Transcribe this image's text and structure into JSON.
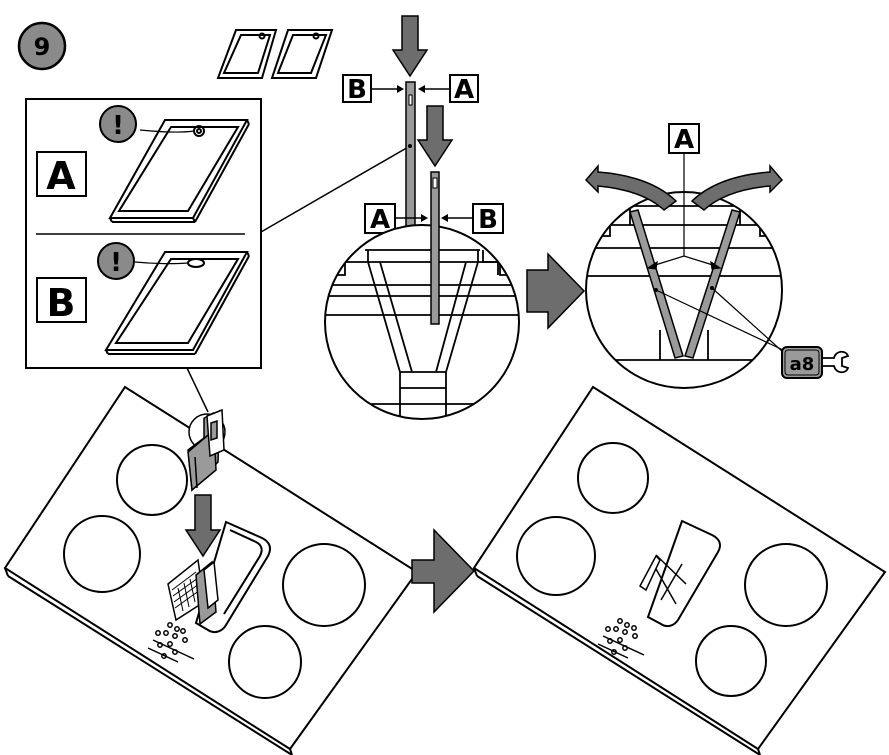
{
  "step": {
    "number": "9"
  },
  "inset": {
    "variant_a": {
      "letter": "A",
      "warning": "!"
    },
    "variant_b": {
      "letter": "B",
      "warning": "!"
    }
  },
  "assembly": {
    "upper": {
      "left_label": "B",
      "right_label": "A"
    },
    "lower": {
      "left_label": "A",
      "right_label": "B"
    }
  },
  "detail": {
    "top_label": "A"
  },
  "tool": {
    "label": "a8"
  },
  "colors": {
    "line": "#000000",
    "arrow_fill": "#6d6d6d",
    "badge_fill": "#8a8a8a",
    "panel_gray": "#9a9a9a"
  }
}
